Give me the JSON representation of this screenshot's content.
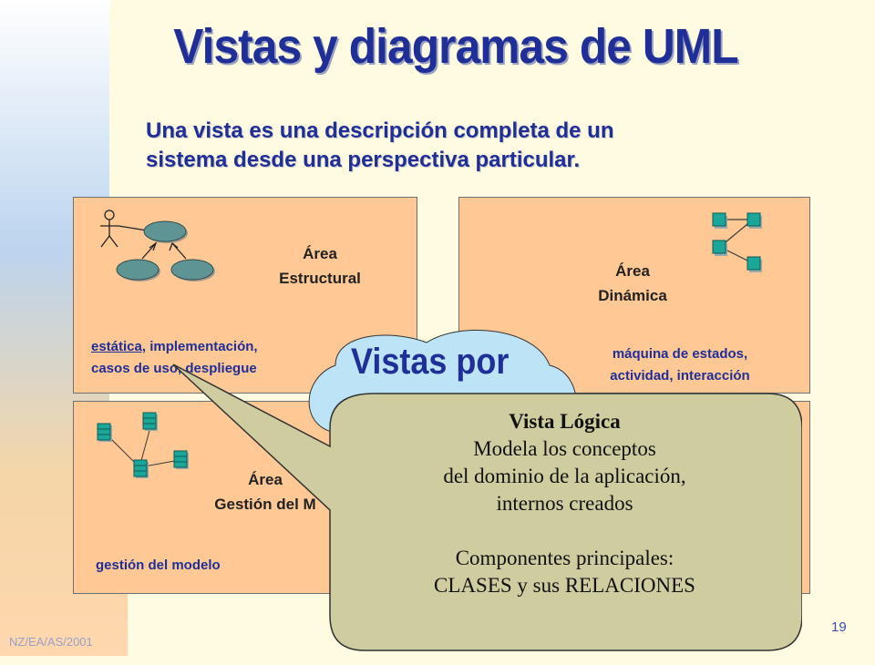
{
  "slide": {
    "title": "Vistas y diagramas de UML",
    "subtitle_line1": "Una vista es una descripción completa de un",
    "subtitle_line2": "sistema desde una perspectiva particular.",
    "footer": "NZ/EA/AS/2001",
    "page_number": "19"
  },
  "areas": [
    {
      "title_line1": "Área",
      "title_line2": "Estructural",
      "sub_underlined": "estática,",
      "sub_line1_rest": " implementación,",
      "sub_line2": "casos de uso, despliegue"
    },
    {
      "title_line1": "Área",
      "title_line2": "Dinámica",
      "sub_line1": "máquina de estados,",
      "sub_line2": "actividad, interacción"
    },
    {
      "title_line1": "Área",
      "title_line2": "Gestión del M",
      "sub_line1": "gestión del modelo"
    }
  ],
  "cloud_callout": {
    "text": "Vistas por"
  },
  "main_callout": {
    "heading": "Vista Lógica",
    "line1": "Modela los conceptos",
    "line2": "del dominio de la aplicación,",
    "line3": "internos creados",
    "line4": "Componentes principales:",
    "line5": "CLASES y sus RELACIONES"
  },
  "colors": {
    "title": "#1f2f97",
    "box_fill": "#ffc895",
    "callout_fill": "#cfcca0",
    "cloud_fill": "#bde3f6",
    "node_teal": "#1aa79a"
  },
  "icons": [
    "use-case-diagram-icon",
    "state-diagram-icon",
    "package-diagram-icon"
  ]
}
